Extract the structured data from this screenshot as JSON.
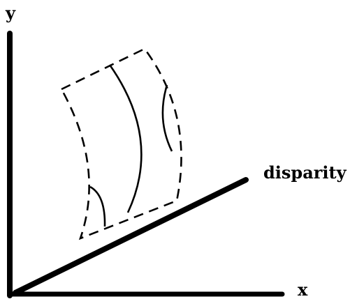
{
  "labels": {
    "y_axis": "y",
    "x_axis": "x",
    "depth_axis": "disparity"
  },
  "colors": {
    "ink": "#000000",
    "background": "#ffffff"
  }
}
